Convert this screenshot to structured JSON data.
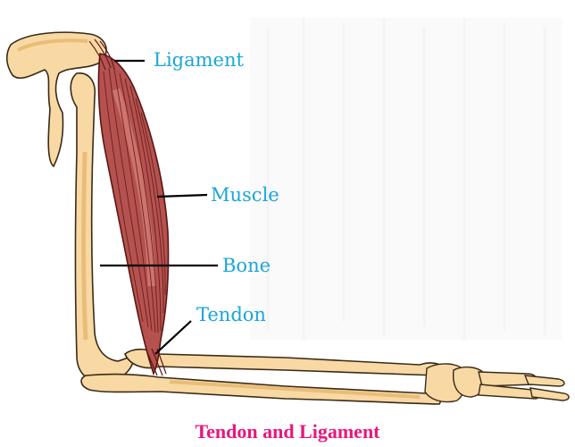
{
  "labels": {
    "ligament": "Ligament",
    "muscle": "Muscle",
    "bone": "Bone",
    "tendon": "Tendon"
  },
  "caption": "Tendon and Ligament",
  "colors": {
    "label": "#1aa6d8",
    "caption": "#e8177d",
    "bone_fill": "#f8d9a4",
    "bone_shade": "#e9bd78",
    "bone_outline": "#3a2a18",
    "muscle_fill": "#b5524f",
    "muscle_light": "#d9827a",
    "muscle_line": "#5a1715",
    "leader": "#000000",
    "background_texture": "#f1f1f1"
  }
}
